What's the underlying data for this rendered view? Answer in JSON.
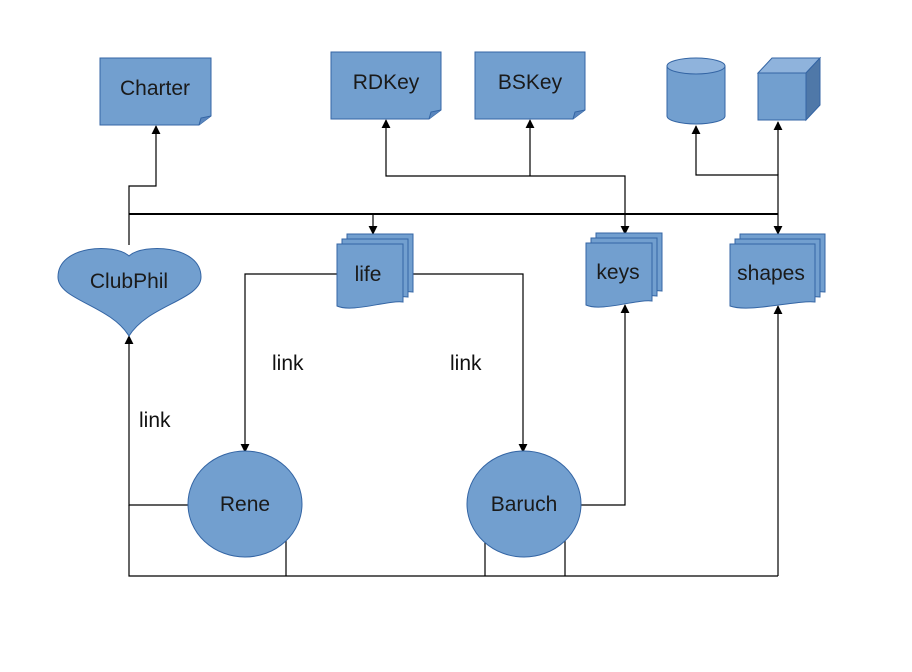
{
  "colors": {
    "shape_fill": "#729fcf",
    "shape_stroke": "#3465a4",
    "shape_dark": "#4f78a8",
    "line": "#000000",
    "background": "#ffffff"
  },
  "nodes": {
    "charter": "Charter",
    "rdkey": "RDKey",
    "bskey": "BSKey",
    "clubphil": "ClubPhil",
    "life": "life",
    "keys": "keys",
    "shapes": "shapes",
    "rene": "Rene",
    "baruch": "Baruch"
  },
  "edge_labels": {
    "rene_link": "link",
    "baruch_link": "link",
    "clubphil_link": "link"
  },
  "icons": [
    "cylinder-icon",
    "cube-icon"
  ]
}
